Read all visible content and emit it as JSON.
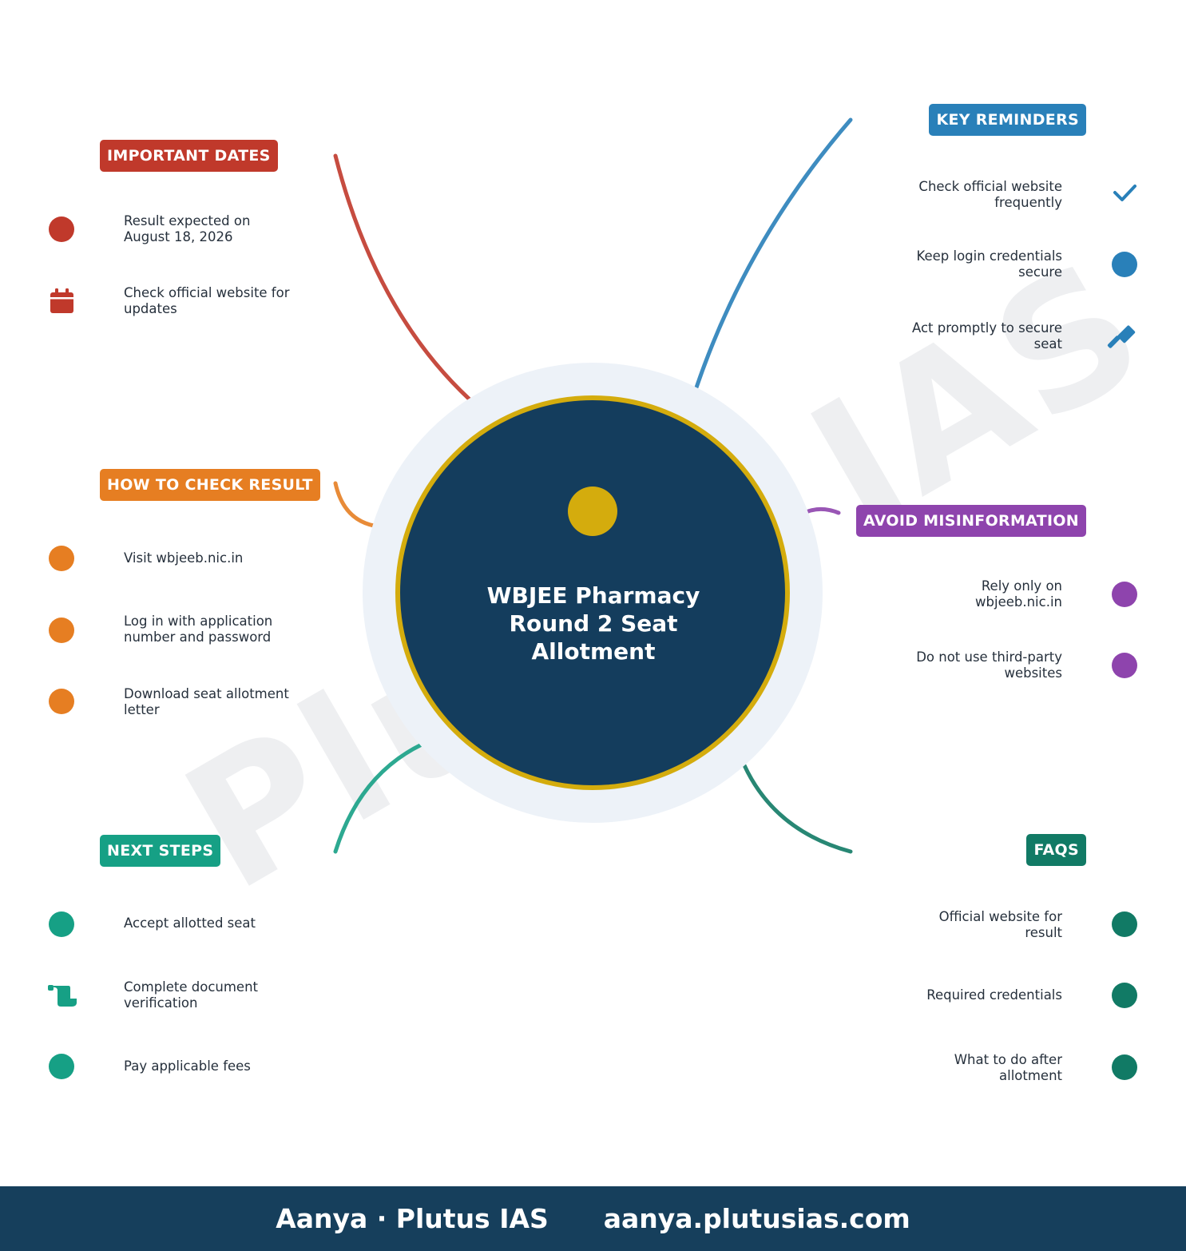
{
  "title": "WBJEE Pharmacy Round 2 Seat Allotment",
  "title_lines": [
    "WBJEE Pharmacy",
    "Round 2 Seat",
    "Allotment"
  ],
  "watermark": "Plutus IAS",
  "footer": {
    "brand": "Aanya · Plutus IAS",
    "url": "aanya.plutusias.com"
  },
  "colors": {
    "important_dates": "#c0392b",
    "how_to_check": "#e67e22",
    "next_steps": "#16a085",
    "key_reminders": "#2980b9",
    "avoid_misinformation": "#8e44ad",
    "faqs": "#117a65",
    "center": "#143d5d",
    "center_ring": "#d4ac0d",
    "halo": "#edf2f8",
    "footer": "#163f5c"
  },
  "branches": {
    "important_dates": {
      "label": "IMPORTANT DATES",
      "items": [
        {
          "text": "Result expected on August 18, 2026",
          "icon": "circle-icon"
        },
        {
          "text": "Check official website for updates",
          "icon": "calendar-icon"
        }
      ]
    },
    "how_to_check": {
      "label": "HOW TO CHECK RESULT",
      "items": [
        {
          "text": "Visit wbjeeb.nic.in",
          "icon": "circle-icon"
        },
        {
          "text": "Log in with application number and password",
          "icon": "circle-icon"
        },
        {
          "text": "Download seat allotment letter",
          "icon": "circle-icon"
        }
      ]
    },
    "next_steps": {
      "label": "NEXT STEPS",
      "items": [
        {
          "text": "Accept allotted seat",
          "icon": "circle-icon"
        },
        {
          "text": "Complete document verification",
          "icon": "scroll-icon"
        },
        {
          "text": "Pay applicable fees",
          "icon": "circle-icon"
        }
      ]
    },
    "key_reminders": {
      "label": "KEY REMINDERS",
      "items": [
        {
          "text": "Check official website frequently",
          "icon": "check-icon"
        },
        {
          "text": "Keep login credentials secure",
          "icon": "circle-icon"
        },
        {
          "text": "Act promptly to secure seat",
          "icon": "gavel-icon"
        }
      ]
    },
    "avoid_misinformation": {
      "label": "AVOID MISINFORMATION",
      "items": [
        {
          "text": "Rely only on wbjeeb.nic.in",
          "icon": "circle-icon"
        },
        {
          "text": "Do not use third-party websites",
          "icon": "circle-icon"
        }
      ]
    },
    "faqs": {
      "label": "FAQS",
      "items": [
        {
          "text": "Official website for result",
          "icon": "circle-icon"
        },
        {
          "text": "Required credentials",
          "icon": "circle-icon"
        },
        {
          "text": "What to do after allotment",
          "icon": "circle-icon"
        }
      ]
    }
  }
}
